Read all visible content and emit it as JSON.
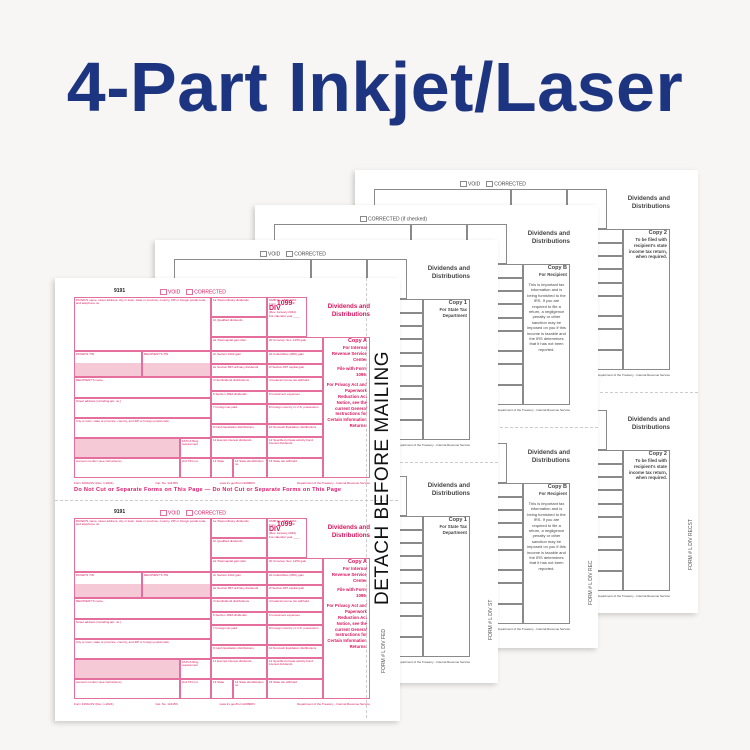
{
  "header": {
    "title": "4-Part Inkjet/Laser"
  },
  "detach_label": "DETACH BEFORE MAILING",
  "colors": {
    "title": "#1d3580",
    "red_line": "#e46e9c",
    "red_text": "#d8145c",
    "red_shade": "#f6c9d6",
    "gray_line": "#8a8a8a",
    "gray_text": "#444444",
    "gray_shade": "#ffffff"
  },
  "form": {
    "code": "9191",
    "form_title": "1099-DIV",
    "form_prefix": "Form",
    "omb": "OMB No. 1545-0110",
    "rev": "(Rev. January 2024)",
    "calendar_year": "For calendar year ____",
    "dividends_title": "Dividends and Distributions",
    "left_boxes": {
      "payer": "PAYER'S name, street address, city or town, state or province, country, ZIP or foreign postal code, and telephone no.",
      "payer_tin": "PAYER'S TIN",
      "recipient_tin": "RECIPIENT'S TIN",
      "recipient_name": "RECIPIENT'S name",
      "street": "Street address (including apt. no.)",
      "city": "City or town, state or province, country, and ZIP or foreign postal code",
      "fatca": "FATCA filing requirement",
      "account": "Account number (see instructions)",
      "second_tin": "2nd TIN not."
    },
    "amount_boxes": [
      "1a Total ordinary dividends",
      "1b Qualified dividends",
      "2a Total capital gain distr.",
      "2b Unrecap. Sec. 1250 gain",
      "2c Section 1202 gain",
      "2d Collectibles (28%) gain",
      "2e Section 897 ordinary dividends",
      "2f Section 897 capital gain",
      "3 Nondividend distributions",
      "4 Federal income tax withheld",
      "5 Section 199A dividends",
      "6 Investment expenses",
      "7 Foreign tax paid",
      "8 Foreign country or U.S. possession",
      "9 Cash liquidation distributions",
      "10 Noncash liquidation distributions",
      "11 Exempt-interest dividends",
      "12 Specified private activity bond interest dividends",
      "13 State",
      "14 State identification no.",
      "15 State tax withheld"
    ],
    "footer": {
      "form": "Form 1099-DIV (Rev. 1-2024)",
      "cat": "Cat. No. 14415N",
      "url": "www.irs.gov/Form1099DIV",
      "dept": "Department of the Treasury - Internal Revenue Service"
    },
    "do_not_cut": "Do Not Cut or Separate Forms on This Page — Do Not Cut or Separate Forms on This Page"
  },
  "sheets": [
    {
      "id": "copy-2",
      "color": "gray",
      "form_number": "FORM # L DIV RECST",
      "checkboxes": [
        "VOID",
        "CORRECTED"
      ],
      "copy_title": "Copy 2",
      "copy_sub": "To be filed with recipient's state income tax return, when required."
    },
    {
      "id": "copy-b",
      "color": "gray",
      "form_number": "FORM # L DIV REC",
      "checkboxes": [
        "CORRECTED (if checked)"
      ],
      "copy_title": "Copy B",
      "copy_sub": "For Recipient",
      "copy_text": "This is important tax information and is being furnished to the IRS. If you are required to file a return, a negligence penalty or other sanction may be imposed on you if this income is taxable and the IRS determines that it has not been reported."
    },
    {
      "id": "copy-1",
      "color": "gray",
      "form_number": "FORM # L DIV ST",
      "checkboxes": [
        "VOID",
        "CORRECTED"
      ],
      "copy_title": "Copy 1",
      "copy_sub": "For State Tax Department"
    },
    {
      "id": "copy-a",
      "color": "red",
      "form_number": "FORM # L DIV FED",
      "checkboxes": [
        "VOID",
        "CORRECTED"
      ],
      "copy_title": "Copy A",
      "copy_sub": "For Internal Revenue Service Center",
      "copy_file": "File with Form 1096.",
      "copy_note": "For Privacy Act and Paperwork Reduction Act Notice, see the current General Instructions for Certain Information Returns."
    }
  ]
}
